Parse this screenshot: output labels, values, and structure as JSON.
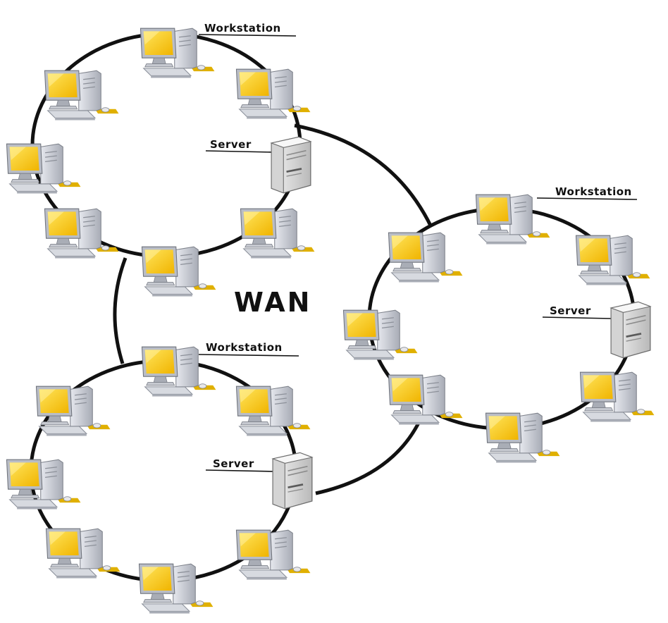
{
  "diagram": {
    "center_label": "WAN",
    "workstation_label": "Workstation",
    "server_label": "Server",
    "networks": [
      {
        "workstation_label": "Workstation",
        "server_label": "Server"
      },
      {
        "workstation_label": "Workstation",
        "server_label": "Server"
      },
      {
        "workstation_label": "Workstation",
        "server_label": "Server"
      }
    ]
  },
  "colors": {
    "ring_line": "#111111",
    "screen": "#f2c200",
    "screen_highlight": "#ffe45a",
    "computer_body": "#c9ccd3",
    "server_body": "#e1e1e1"
  },
  "icons": {
    "workstation": "desktop-computer-icon",
    "server": "tower-server-icon"
  }
}
